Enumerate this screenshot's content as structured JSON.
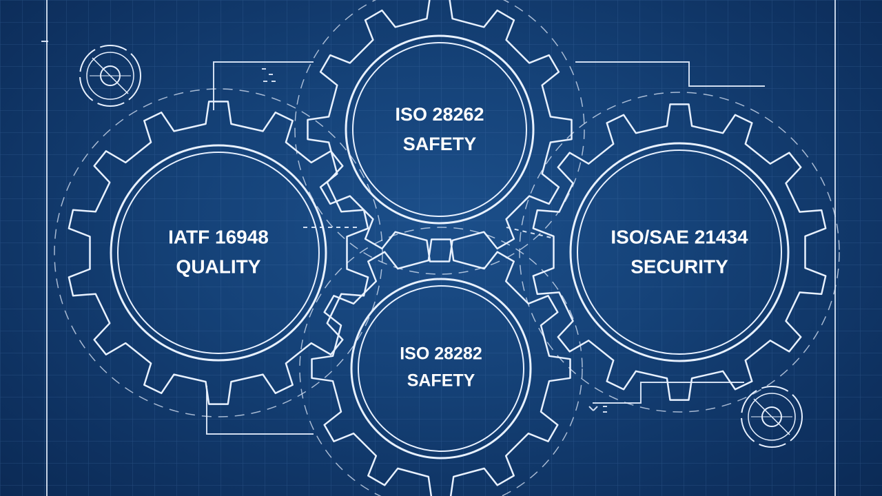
{
  "colors": {
    "background": "#154278",
    "line": "#e8f1ff",
    "text": "#ffffff"
  },
  "gears": [
    {
      "id": "quality",
      "line1": "IATF 16948",
      "line2": "QUALITY"
    },
    {
      "id": "safety-top",
      "line1": "ISO 28262",
      "line2": "SAFETY"
    },
    {
      "id": "security",
      "line1": "ISO/SAE 21434",
      "line2": "SECURITY"
    },
    {
      "id": "safety-bottom",
      "line1": "ISO 28282",
      "line2": "SAFETY"
    }
  ],
  "emblems": [
    {
      "id": "emblem-top-left",
      "icon": "gear-emblem-icon"
    },
    {
      "id": "emblem-bottom-right",
      "icon": "gear-emblem-icon"
    }
  ]
}
